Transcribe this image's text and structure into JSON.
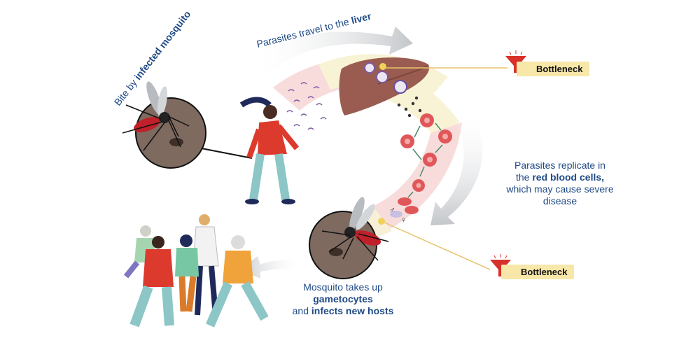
{
  "labels": {
    "bite_prefix": "Bite by ",
    "bite_bold": "infected mosquito",
    "liver_prefix": "Parasites travel to the ",
    "liver_bold": "liver",
    "rbc_line1": "Parasites replicate in",
    "rbc_line2_prefix": "the ",
    "rbc_line2_bold": "red blood cells,",
    "rbc_line3": "which may cause severe disease",
    "mosq_line1_prefix": "Mosquito takes up ",
    "mosq_line1_bold": "gametocytes",
    "mosq_line2_prefix": "and ",
    "mosq_line2_bold": "infects new hosts",
    "bottleneck_top": "Bottleneck",
    "bottleneck_bottom": "Bottleneck"
  },
  "colors": {
    "caption": "#1f4a86",
    "badge_bg": "#f7e7a8",
    "funnel": "#d8312a",
    "ring_pink": "#f8dcdc",
    "ring_yellow": "#f8f3d4",
    "arrow_grey": "#c9ccd0",
    "liver": "#9a5c50",
    "skin_circle": "#7e6a5f"
  },
  "icons": [
    "mosquito-icon",
    "funnel-icon",
    "liver-icon",
    "red-blood-cell-icon",
    "person-icon"
  ]
}
